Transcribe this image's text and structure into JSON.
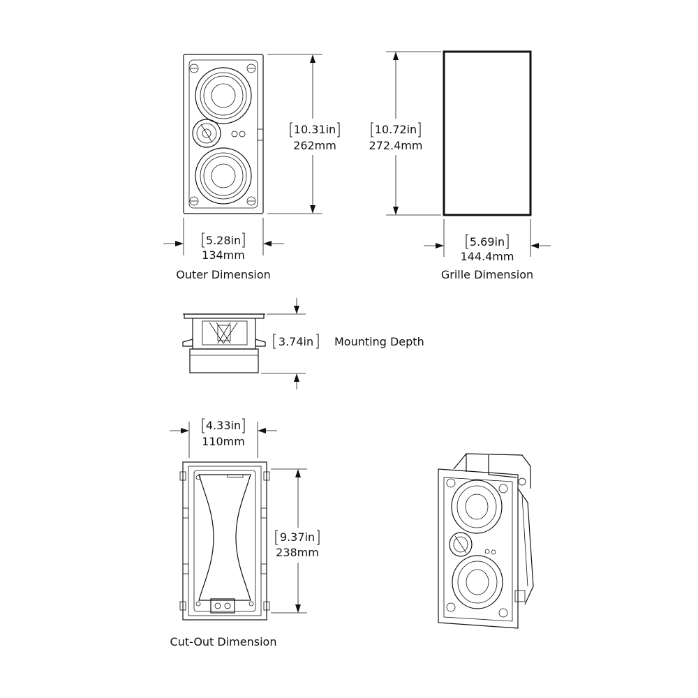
{
  "outer": {
    "height_in": "10.31in",
    "height_mm": "262mm",
    "width_in": "5.28in",
    "width_mm": "134mm",
    "caption": "Outer Dimension"
  },
  "grille": {
    "height_in": "10.72in",
    "height_mm": "272.4mm",
    "width_in": "5.69in",
    "width_mm": "144.4mm",
    "caption": "Grille Dimension"
  },
  "depth": {
    "depth_in": "3.74in",
    "caption": "Mounting Depth"
  },
  "cutout": {
    "width_in": "4.33in",
    "width_mm": "110mm",
    "height_in": "9.37in",
    "height_mm": "238mm",
    "caption": "Cut-Out Dimension"
  }
}
